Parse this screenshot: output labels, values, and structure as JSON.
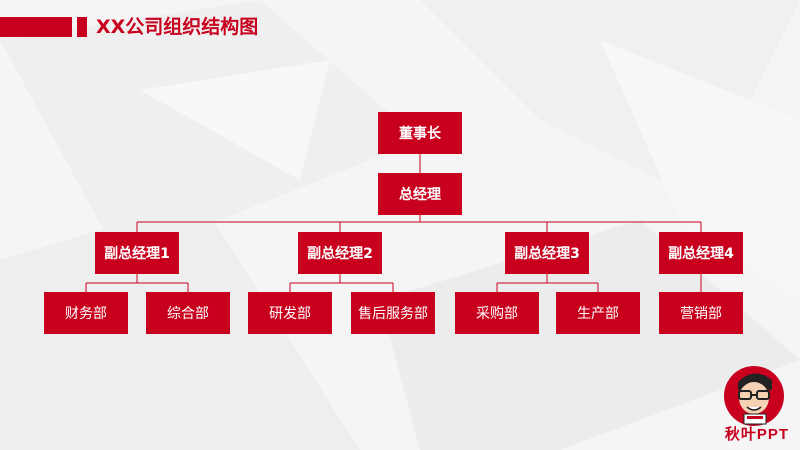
{
  "header": {
    "title": "XX公司组织结构图"
  },
  "org": {
    "chairman": "董事长",
    "general_manager": "总经理",
    "deputies": [
      {
        "label": "副总经理1",
        "departments": [
          "财务部",
          "综合部"
        ]
      },
      {
        "label": "副总经理2",
        "departments": [
          "研发部",
          "售后服务部"
        ]
      },
      {
        "label": "副总经理3",
        "departments": [
          "采购部",
          "生产部"
        ]
      },
      {
        "label": "副总经理4",
        "departments": [
          "营销部"
        ]
      }
    ]
  },
  "logo": {
    "text": "秋叶PPT",
    "icon": "cartoon-mascot-icon"
  },
  "colors": {
    "accent": "#c8001e",
    "background": "#f4f4f4"
  }
}
